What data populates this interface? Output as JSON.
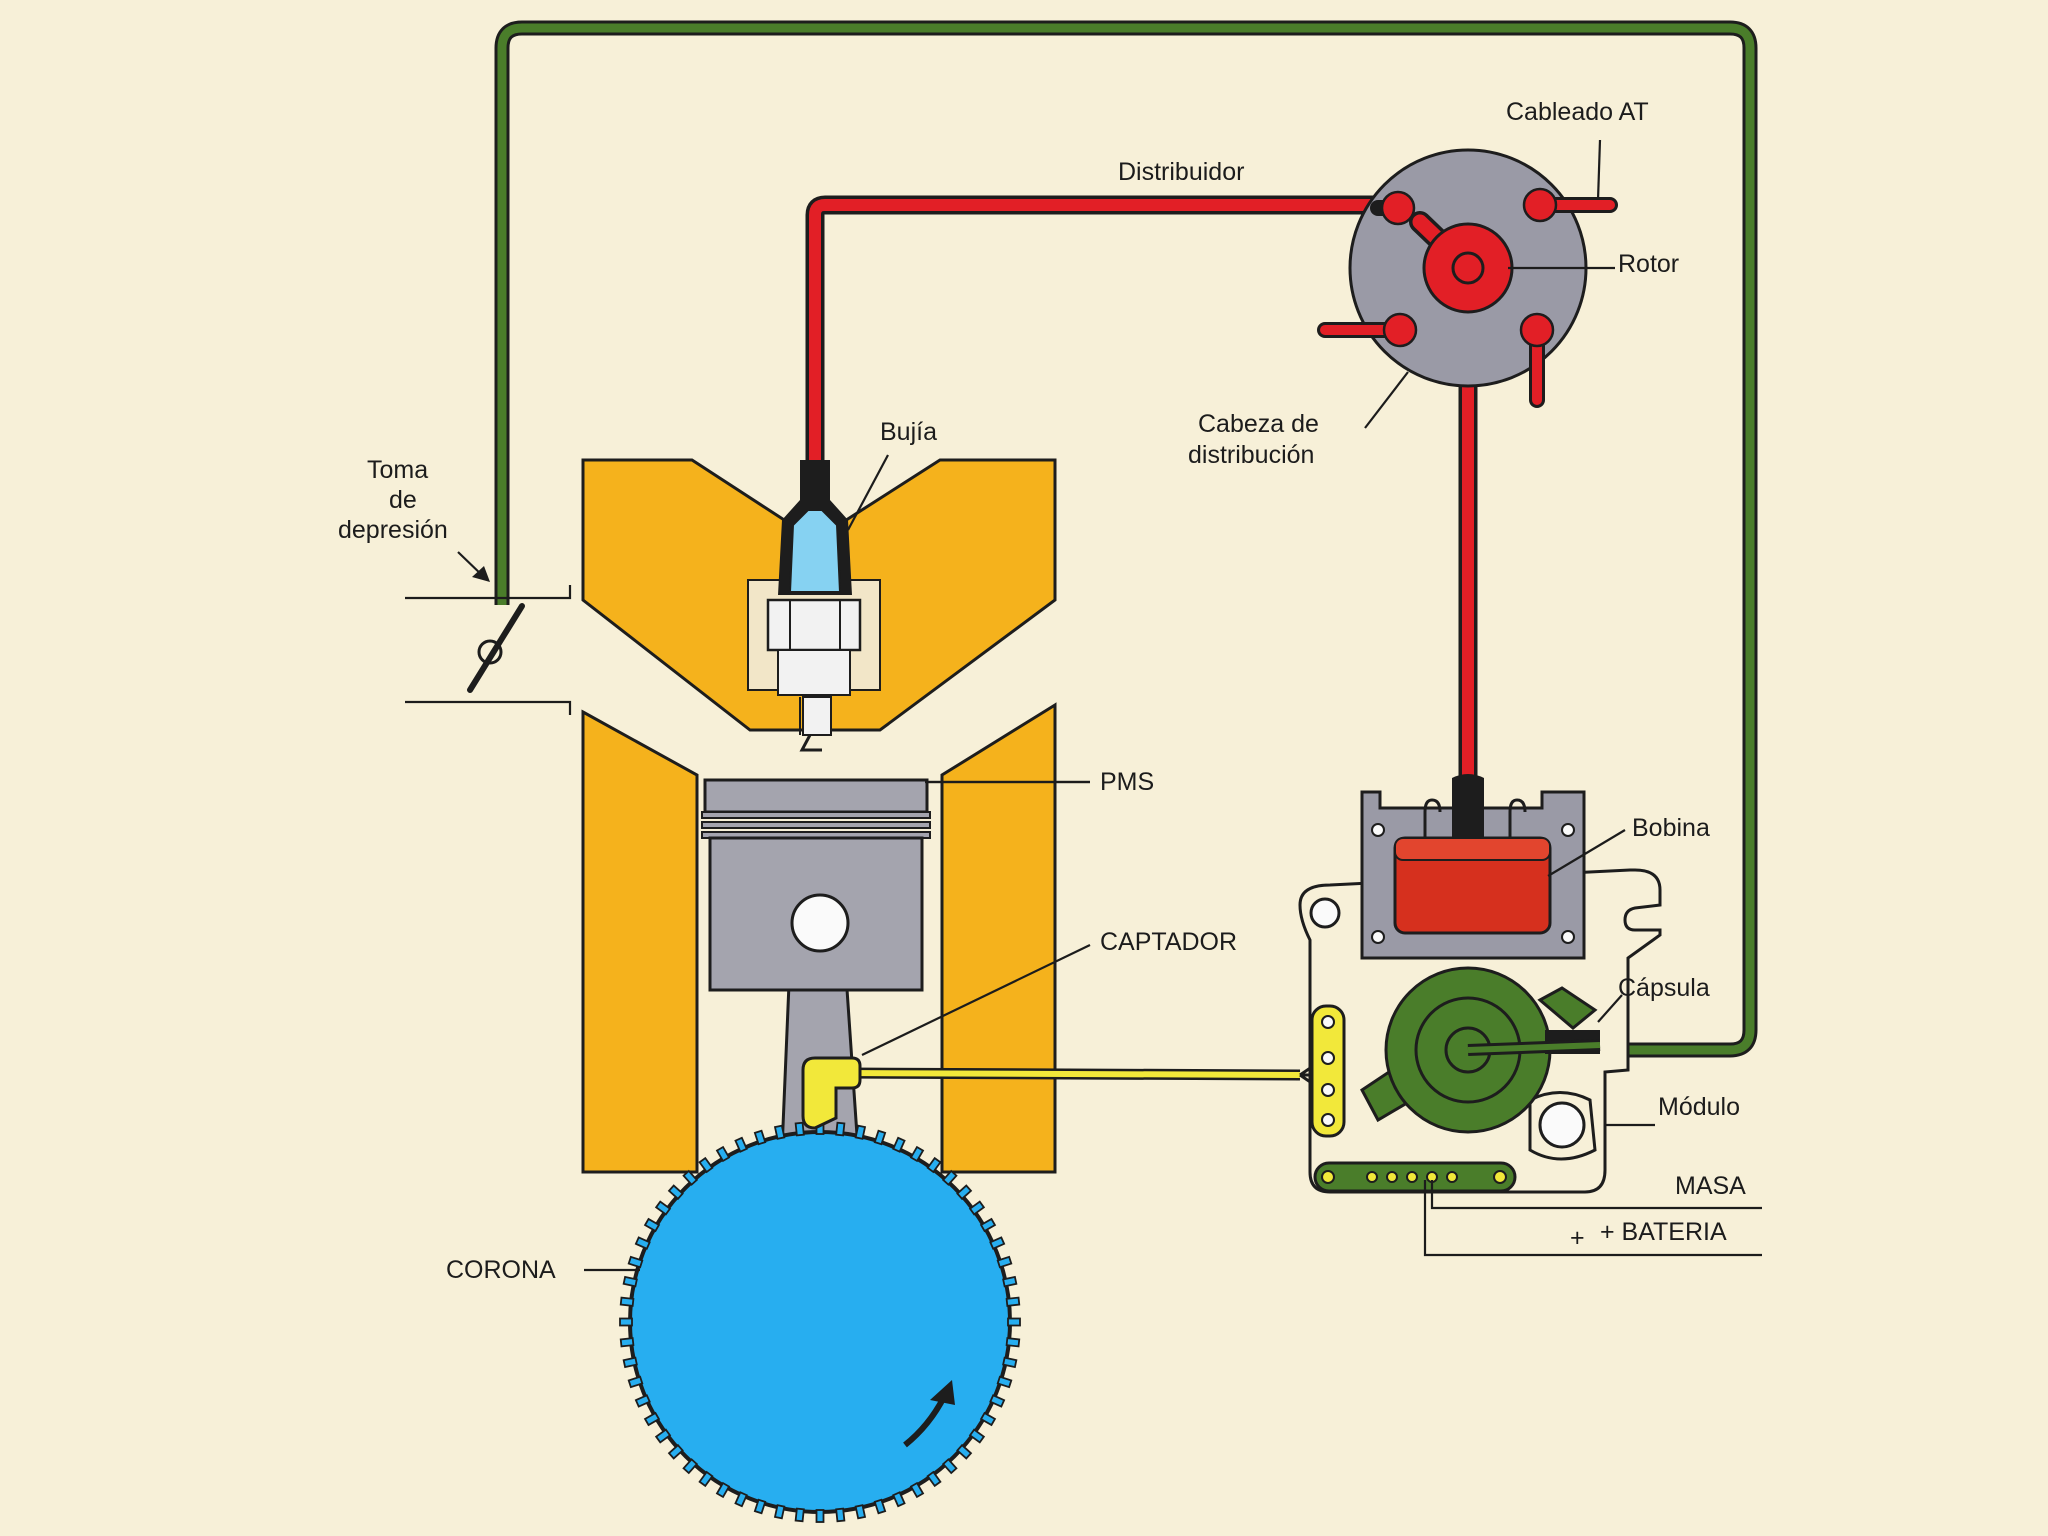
{
  "labels": {
    "cableado_at": "Cableado AT",
    "distribuidor": "Distribuidor",
    "rotor": "Rotor",
    "cabeza_line1": "Cabeza de",
    "cabeza_line2": "distribución",
    "bujia": "Bujía",
    "toma_line1": "Toma",
    "toma_line2": "de",
    "toma_line3": "depresión",
    "pms": "PMS",
    "bobina": "Bobina",
    "captador": "CAPTADOR",
    "capsula": "Cápsula",
    "modulo": "Módulo",
    "masa": "MASA",
    "bateria_plus": "+",
    "bateria": "+ BATERIA",
    "corona": "CORONA"
  },
  "colors": {
    "background": "#f7f0d8",
    "vacuum_hose": "#4a7d2a",
    "ht_wire": "#e21f26",
    "engine_block": "#f5b21c",
    "distributor_cap": "#9a9aa6",
    "piston": "#a4a4ae",
    "spark_plug_insulator": "#86d2f2",
    "coil_body": "#d6301e",
    "pickup": "#f2e83a",
    "crown_wheel": "#27aef0",
    "vacuum_capsule": "#4a7d2a"
  },
  "icons": {
    "rotation_arrow": "curved-arrow-icon"
  }
}
